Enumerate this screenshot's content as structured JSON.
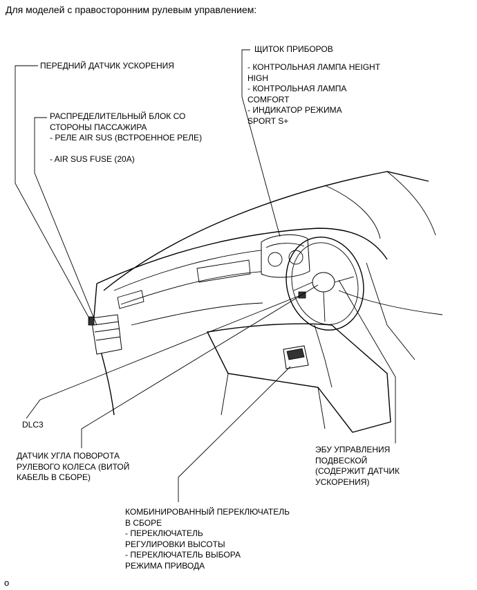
{
  "header": {
    "title": "Для моделей с правосторонним рулевым управлением:"
  },
  "callouts": {
    "front_accel_sensor": [
      "ПЕРЕДНИЙ ДАТЧИК УСКОРЕНИЯ"
    ],
    "passenger_junction_block": [
      "РАСПРЕДЕЛИТЕЛЬНЫЙ БЛОК СО",
      "СТОРОНЫ ПАССАЖИРА",
      "- РЕЛЕ AIR SUS (ВСТРОЕННОЕ РЕЛЕ)",
      "",
      "- AIR SUS FUSE (20A)"
    ],
    "instrument_panel": [
      "ЩИТОК ПРИБОРОВ",
      "",
      "- КОНТРОЛЬНАЯ ЛАМПА HEIGHT",
      "HIGH",
      "- КОНТРОЛЬНАЯ ЛАМПА",
      "COMFORT",
      "- ИНДИКАТОР РЕЖИМА",
      "SPORT S+"
    ],
    "dlc3": [
      "DLC3"
    ],
    "steering_angle_sensor": [
      "ДАТЧИК УГЛА ПОВОРОТА",
      "РУЛЕВОГО КОЛЕСА (ВИТОЙ",
      "КАБЕЛЬ В СБОРЕ)"
    ],
    "suspension_ecu": [
      "ЭБУ УПРАВЛЕНИЯ",
      "ПОДВЕСКОЙ",
      "(СОДЕРЖИТ ДАТЧИК",
      "УСКОРЕНИЯ)"
    ],
    "combination_switch": [
      "КОМБИНИРОВАННЫЙ ПЕРЕКЛЮЧАТЕЛЬ",
      "В СБОРЕ",
      "- ПЕРЕКЛЮЧАТЕЛЬ",
      "РЕГУЛИРОВКИ ВЫСОТЫ",
      "- ПЕРЕКЛЮЧАТЕЛЬ ВЫБОРА",
      "РЕЖИМА ПРИВОДА"
    ]
  },
  "footer": {
    "mark": "o"
  }
}
